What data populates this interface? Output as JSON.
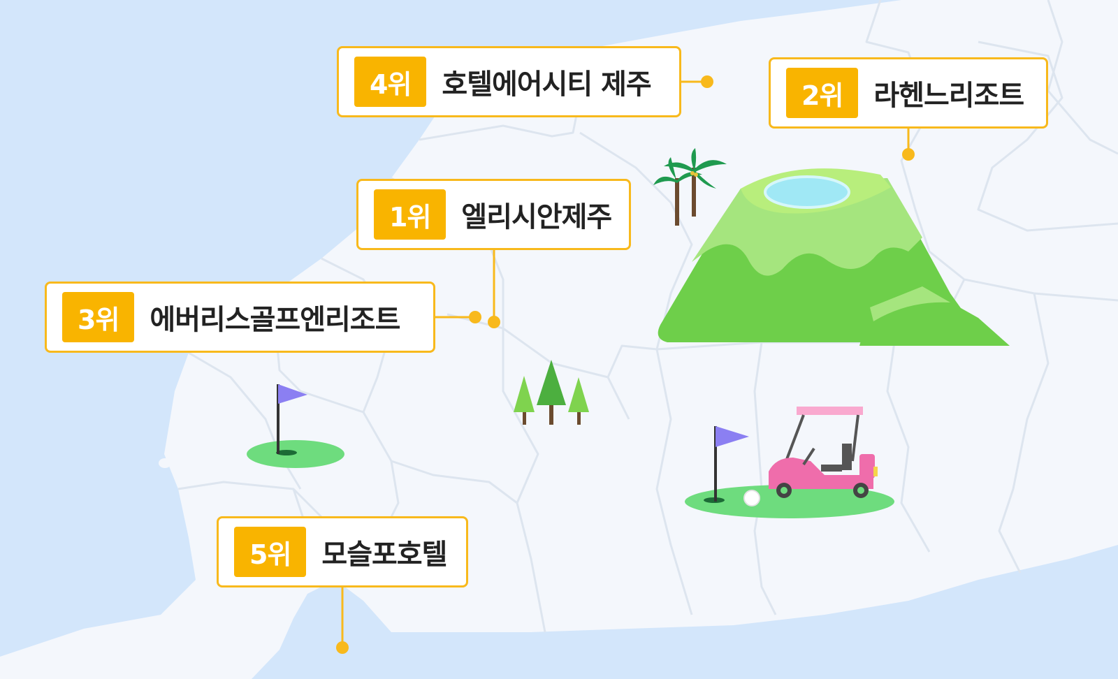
{
  "colors": {
    "sea": "#d3e6fb",
    "land": "#f4f7fc",
    "border": "#dfe6ef",
    "accent": "#f9b400",
    "connector": "#f8b91c"
  },
  "rankings": [
    {
      "rank": "1위",
      "name": "엘리시안제주"
    },
    {
      "rank": "2위",
      "name": "라헨느리조트"
    },
    {
      "rank": "3위",
      "name": "에버리스골프엔리조트"
    },
    {
      "rank": "4위",
      "name": "호텔에어시티 제주"
    },
    {
      "rank": "5위",
      "name": "모슬포호텔"
    }
  ],
  "illustrations": [
    "mountain-illustration",
    "palm-trees-illustration",
    "pine-trees-illustration",
    "golf-flag-illustration",
    "golf-cart-illustration",
    "golf-ball-illustration"
  ]
}
